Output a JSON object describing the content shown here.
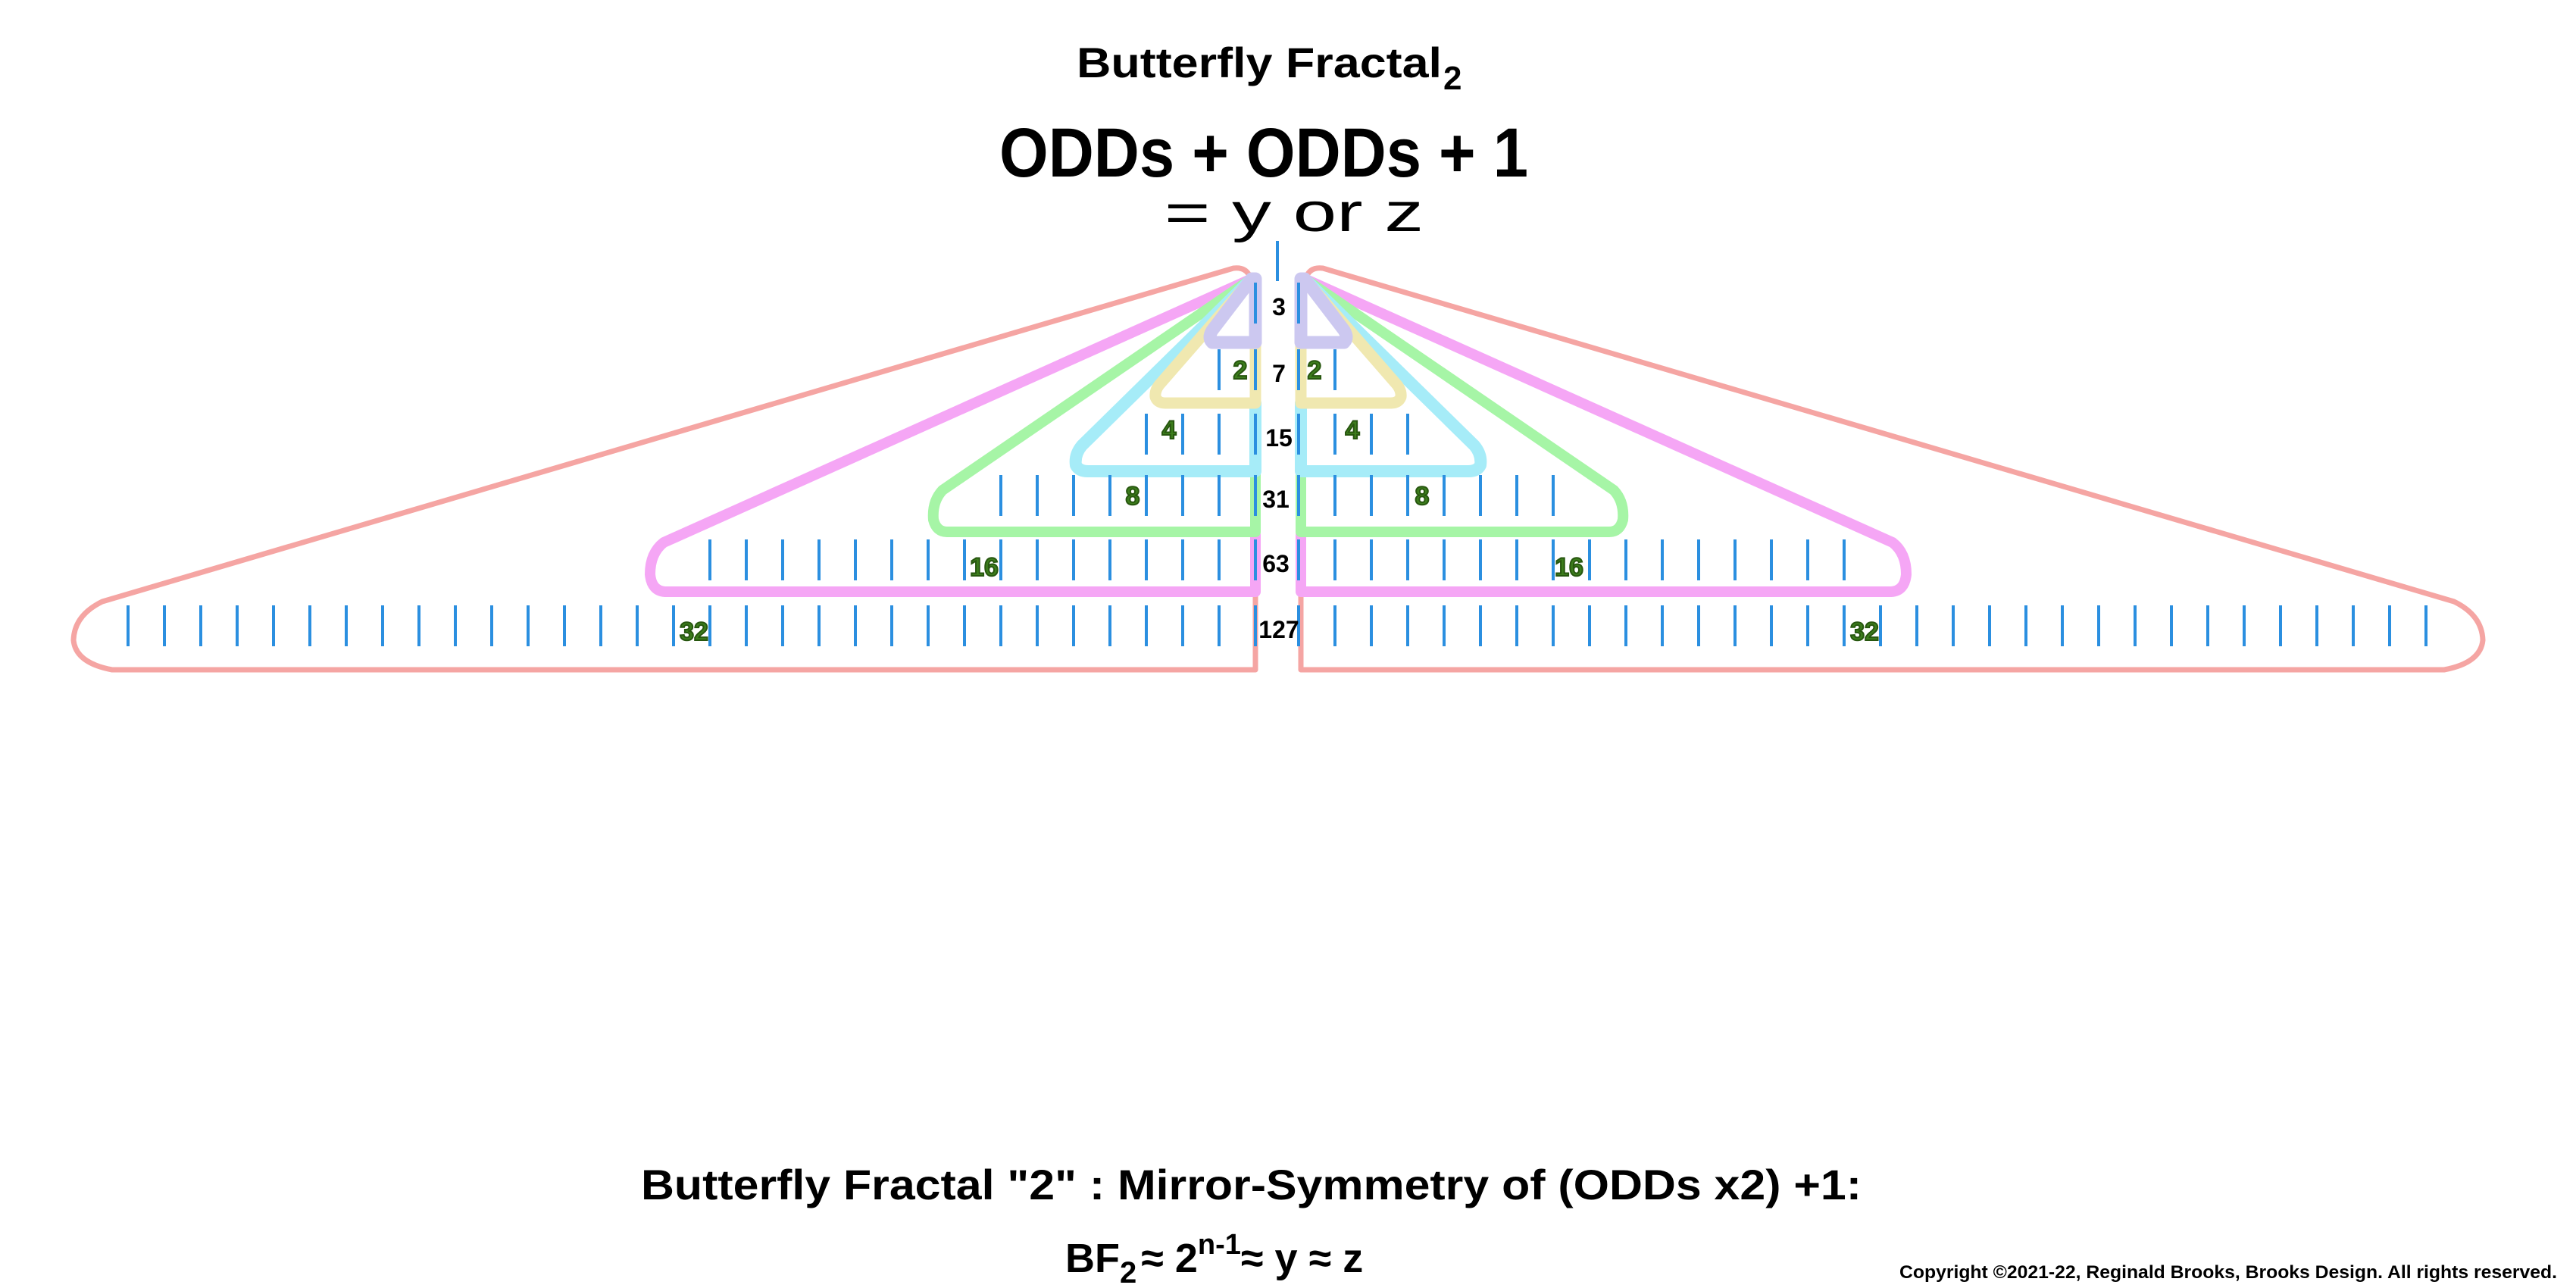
{
  "header": {
    "title": "Butterfly Fractal",
    "title_sub": "2",
    "equation": "ODDs + ODDs + 1",
    "equation_result": "= y or z"
  },
  "diagram": {
    "row_totals": [
      "3",
      "7",
      "15",
      "31",
      "63",
      "127"
    ],
    "ticks_per_side": [
      1,
      2,
      4,
      8,
      16,
      32
    ],
    "wing_counts": [
      "2",
      "4",
      "8",
      "16",
      "32"
    ],
    "colors": {
      "tick": "#2b8fe0",
      "purple": "#ccc8f0",
      "yellow": "#f0e8b0",
      "cyan": "#a6ecf8",
      "green": "#a6f5a6",
      "magenta": "#f5a6f5",
      "salmon": "#f5a5a3"
    }
  },
  "footer": {
    "caption": "Butterfly Fractal \"2\" :  Mirror-Symmetry of (ODDs x2) +1:",
    "formula_bf": "BF",
    "formula_bf_sub": "2",
    "formula_approx1": "≈  2",
    "formula_exp": "n-1",
    "formula_rest": "≈ y ≈ z",
    "copyright": "Copyright ©2021-22, Reginald Brooks, Brooks Design. All rights reserved."
  }
}
